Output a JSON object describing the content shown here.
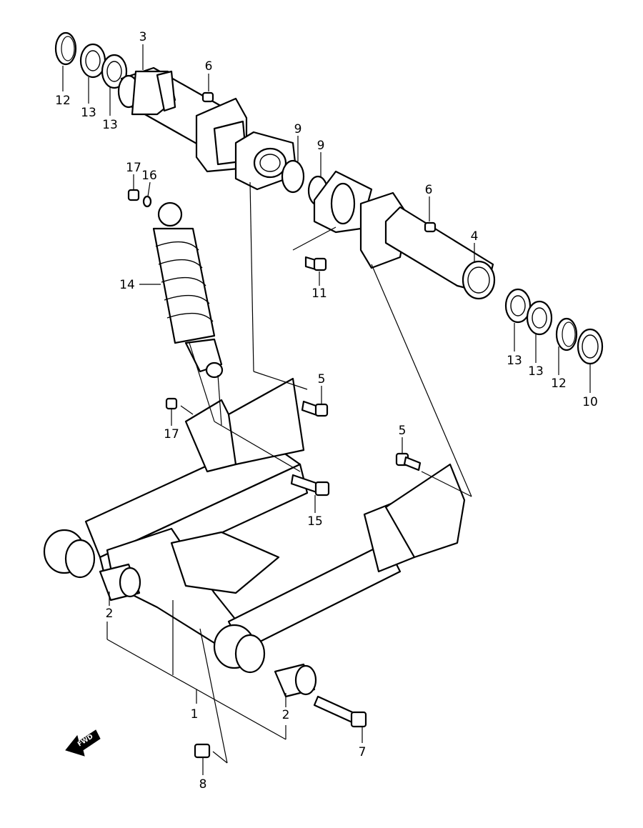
{
  "diagram": {
    "callouts": [
      {
        "id": "c1",
        "text": "1"
      },
      {
        "id": "c2a",
        "text": "2"
      },
      {
        "id": "c2b",
        "text": "2"
      },
      {
        "id": "c3",
        "text": "3"
      },
      {
        "id": "c4",
        "text": "4"
      },
      {
        "id": "c5a",
        "text": "5"
      },
      {
        "id": "c5b",
        "text": "5"
      },
      {
        "id": "c6a",
        "text": "6"
      },
      {
        "id": "c6b",
        "text": "6"
      },
      {
        "id": "c7",
        "text": "7"
      },
      {
        "id": "c8",
        "text": "8"
      },
      {
        "id": "c9a",
        "text": "9"
      },
      {
        "id": "c9b",
        "text": "9"
      },
      {
        "id": "c10",
        "text": "10"
      },
      {
        "id": "c11",
        "text": "11"
      },
      {
        "id": "c12a",
        "text": "12"
      },
      {
        "id": "c12b",
        "text": "12"
      },
      {
        "id": "c13a",
        "text": "13"
      },
      {
        "id": "c13b",
        "text": "13"
      },
      {
        "id": "c13c",
        "text": "13"
      },
      {
        "id": "c13d",
        "text": "13"
      },
      {
        "id": "c14",
        "text": "14"
      },
      {
        "id": "c15",
        "text": "15"
      },
      {
        "id": "c16",
        "text": "16"
      },
      {
        "id": "c17a",
        "text": "17"
      },
      {
        "id": "c17b",
        "text": "17"
      }
    ],
    "direction_badge": "FWD"
  }
}
